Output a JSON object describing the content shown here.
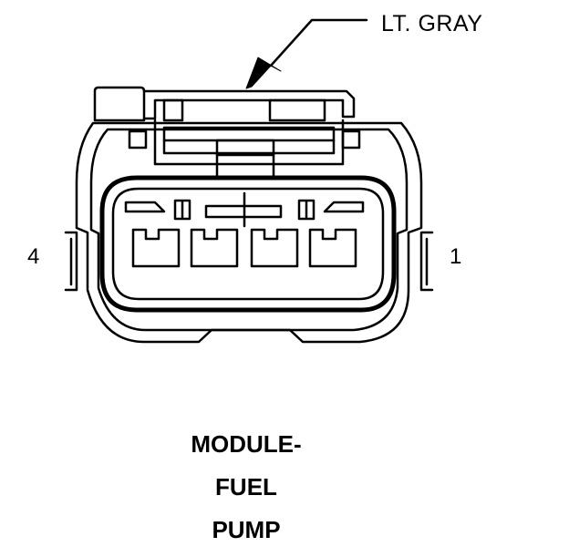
{
  "connector": {
    "color_label": "LT. GRAY",
    "pin_left": "4",
    "pin_right": "1",
    "cavity_count": 4
  },
  "title": {
    "line1": "MODULE-",
    "line2": "FUEL",
    "line3": "PUMP"
  }
}
